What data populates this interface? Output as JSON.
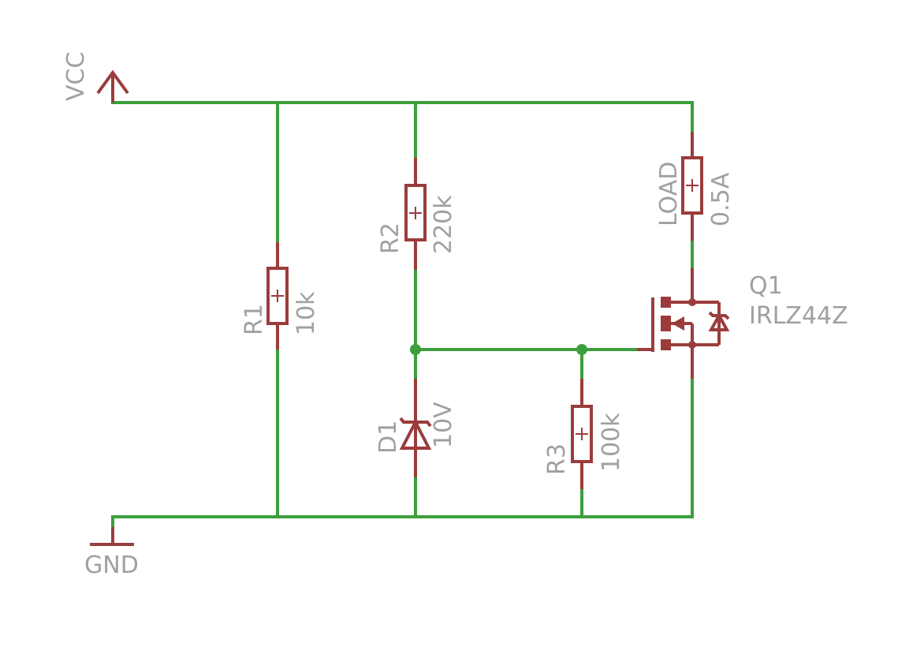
{
  "supply": {
    "vcc_label": "VCC",
    "gnd_label": "GND"
  },
  "components": {
    "r1": {
      "name": "R1",
      "value": "10k"
    },
    "r2": {
      "name": "R2",
      "value": "220k"
    },
    "r3": {
      "name": "R3",
      "value": "100k"
    },
    "d1": {
      "name": "D1",
      "value": "10V"
    },
    "load": {
      "name": "LOAD",
      "value": "0.5A"
    },
    "q1": {
      "name": "Q1",
      "value": "IRLZ44Z"
    }
  },
  "colors": {
    "wire": "#3c9f3c",
    "component": "#9b3c3c",
    "label": "#a0a0a0"
  }
}
